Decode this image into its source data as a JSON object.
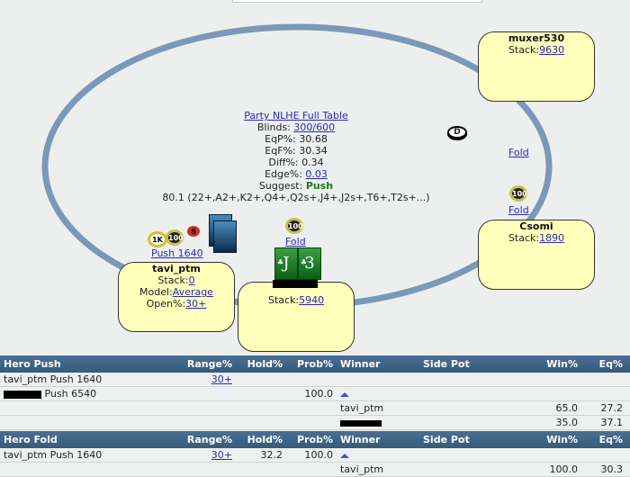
{
  "table": {
    "title": "Party NLHE Full Table",
    "blinds_label": "Blinds:",
    "blinds": "300/600",
    "eqp_label": "EqP%:",
    "eqp": "30.68",
    "eqf_label": "EqF%:",
    "eqf": "30.34",
    "diff_label": "Diff%:",
    "diff": "0.34",
    "edge_label": "Edge%:",
    "edge": "0.03",
    "suggest_label": "Suggest:",
    "suggest": "Push",
    "range_text": "80.1 (22+,A2+,K2+,Q4+,Q2s+,J4+,J2s+,T6+,T2s+...)",
    "dealer_button": "D"
  },
  "seats": [
    {
      "name": "muxer530",
      "stack_label": "Stack:",
      "stack": "9630"
    },
    {
      "name": "Csomi",
      "stack_label": "Stack:",
      "stack": "1890",
      "action": "Fold",
      "chip": "100"
    },
    {
      "name": "",
      "stack_label": "Stack:",
      "stack": "5940",
      "action": "Fold",
      "chip": "100",
      "cards": [
        {
          "rank": "J",
          "suit": "♣"
        },
        {
          "rank": "3",
          "suit": "♣"
        }
      ]
    },
    {
      "name": "tavi_ptm",
      "stack_label": "Stack:",
      "stack": "0",
      "model_label": "Model:",
      "model": "Average",
      "open_label": "Open%:",
      "open": "30+",
      "action": "Push 1640",
      "chips": [
        "1K",
        "100",
        "5"
      ]
    }
  ],
  "extra_action": "Fold",
  "hero_push": {
    "headers": [
      "Hero Push",
      "Range%",
      "Hold%",
      "Prob%",
      "Winner",
      "Side Pot",
      "Win%",
      "Eq%"
    ],
    "rows": [
      {
        "c0": "tavi_ptm Push 1640",
        "c1": "30+",
        "c2": "",
        "c3": "",
        "c4": "",
        "c5": "",
        "c6": "",
        "c7": ""
      },
      {
        "c0": "Push 6540",
        "c1": "",
        "c2": "",
        "c3": "100.0",
        "c4": "▲",
        "c5": "",
        "c6": "",
        "c7": ""
      },
      {
        "c0": "",
        "c1": "",
        "c2": "",
        "c3": "",
        "c4": "tavi_ptm",
        "c5": "",
        "c6": "65.0",
        "c7": "27.2"
      },
      {
        "c0": "",
        "c1": "",
        "c2": "",
        "c3": "",
        "c4": "",
        "c5": "",
        "c6": "35.0",
        "c7": "37.1"
      }
    ]
  },
  "hero_fold": {
    "headers": [
      "Hero Fold",
      "Range%",
      "Hold%",
      "Prob%",
      "Winner",
      "Side Pot",
      "Win%",
      "Eq%"
    ],
    "rows": [
      {
        "c0": "tavi_ptm Push 1640",
        "c1": "30+",
        "c2": "32.2",
        "c3": "100.0",
        "c4": "▲",
        "c5": "",
        "c6": "",
        "c7": ""
      },
      {
        "c0": "",
        "c1": "",
        "c2": "",
        "c3": "",
        "c4": "tavi_ptm",
        "c5": "",
        "c6": "100.0",
        "c7": "30.3"
      }
    ]
  },
  "colors": {
    "table_rail": "#7b98b8",
    "seat_bg": "#ffffbb",
    "header_bg": "#3f6488",
    "suggest_push": "#1a7a1a",
    "link": "#2a2ab8"
  }
}
